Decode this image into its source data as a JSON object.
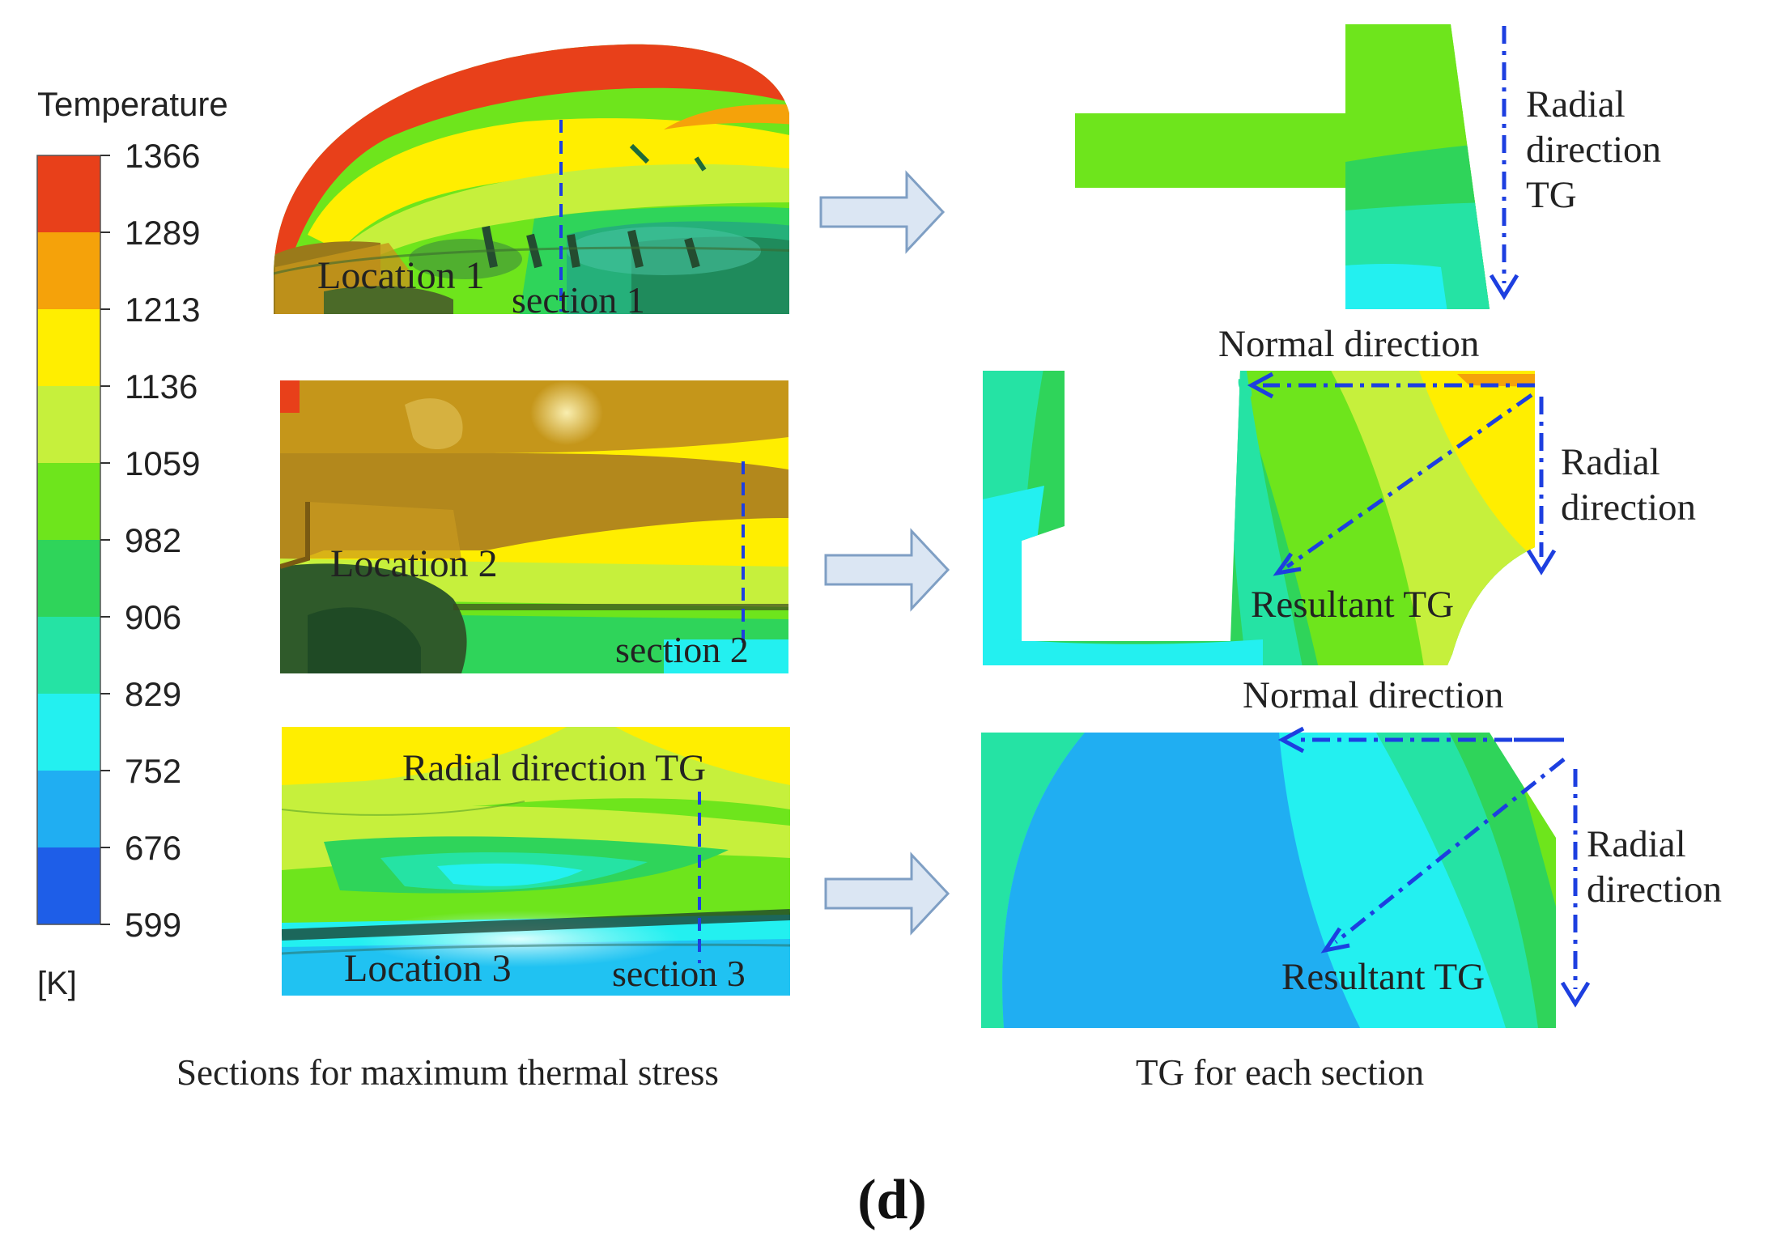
{
  "legend": {
    "title": "Temperature",
    "unit": "[K]",
    "ticks": [
      "1366",
      "1289",
      "1213",
      "1136",
      "1059",
      "982",
      "906",
      "829",
      "752",
      "676",
      "599"
    ],
    "bands": [
      "#e8401a",
      "#f5a20a",
      "#ffee00",
      "#c6f03c",
      "#6ee51c",
      "#2fd45a",
      "#25e3a4",
      "#23f0f0",
      "#20aef2",
      "#1e5ee8"
    ]
  },
  "left_panels": {
    "panel1": {
      "location": "Location 1",
      "section": "section 1"
    },
    "panel2": {
      "location": "Location 2",
      "section": "section 2"
    },
    "panel3": {
      "location": "Location 3",
      "section": "section 3",
      "top_label": "Radial direction TG"
    }
  },
  "right_panels": {
    "panel1": {
      "radial_lines": [
        "Radial",
        "direction",
        "TG"
      ]
    },
    "panel2": {
      "normal": "Normal direction",
      "radial_lines": [
        "Radial",
        "direction"
      ],
      "resultant": "Resultant TG"
    },
    "panel3": {
      "normal": "Normal direction",
      "radial_lines": [
        "Radial",
        "direction"
      ],
      "resultant": "Resultant TG"
    }
  },
  "captions": {
    "left": "Sections for maximum  thermal stress",
    "right": "TG for each section",
    "figure_tag": "(d)"
  },
  "colors": {
    "arrow_fill": "#dbe6f3",
    "arrow_stroke": "#7f9fc4",
    "direction_line": "#1d3fe0"
  }
}
